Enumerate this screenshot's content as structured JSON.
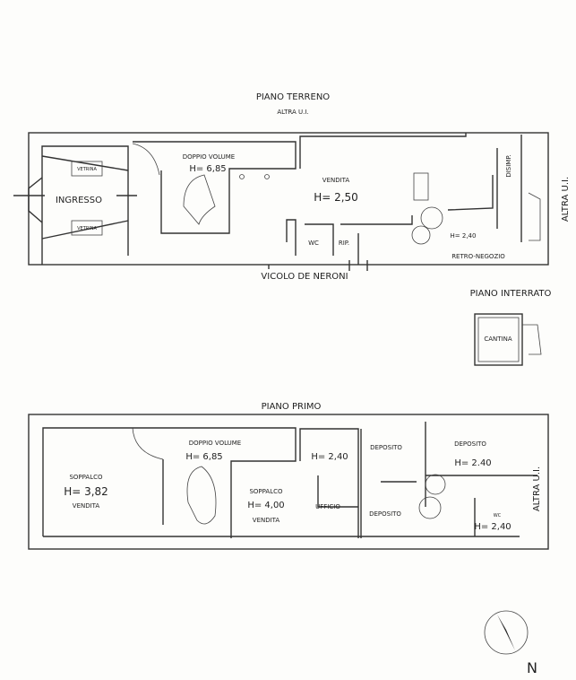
{
  "ground_floor": {
    "title": "PIANO TERRENO",
    "top_neighbor": "ALTRA U.I.",
    "right_neighbor": "ALTRA U.I.",
    "street": "VICOLO DE NERONI",
    "rooms": {
      "ingresso": "INGRESSO",
      "vetrina_top": "VETRINA",
      "vetrina_bottom": "VETRINA",
      "doppio_volume": "DOPPIO VOLUME",
      "doppio_volume_h": "H= 6,85",
      "vendita": "VENDITA",
      "vendita_h": "H= 2,50",
      "disimp": "DISIMP.",
      "retro_h": "H= 2,40",
      "retro": "RETRO-NEGOZIO",
      "wc": "WC",
      "rip": "RIP."
    }
  },
  "basement": {
    "title": "PIANO INTERRATO",
    "cantina": "CANTINA"
  },
  "first_floor": {
    "title": "PIANO PRIMO",
    "right_neighbor": "ALTRA U.I.",
    "rooms": {
      "soppalco1": "SOPPALCO",
      "soppalco1_h": "H= 3,82",
      "soppalco1_use": "VENDITA",
      "doppio_volume": "DOPPIO VOLUME",
      "doppio_volume_h": "H= 6,85",
      "soppalco2": "SOPPALCO",
      "soppalco2_h": "H= 4,00",
      "soppalco2_use": "VENDITA",
      "corridor_h": "H= 2,40",
      "deposito1": "DEPOSITO",
      "ufficio": "UFFICIO",
      "deposito2": "DEPOSITO",
      "deposito3": "DEPOSITO",
      "deposito3_h": "H= 2.40",
      "wc": "WC",
      "wc_h": "H= 2,40"
    }
  },
  "compass": {
    "label": "N"
  }
}
